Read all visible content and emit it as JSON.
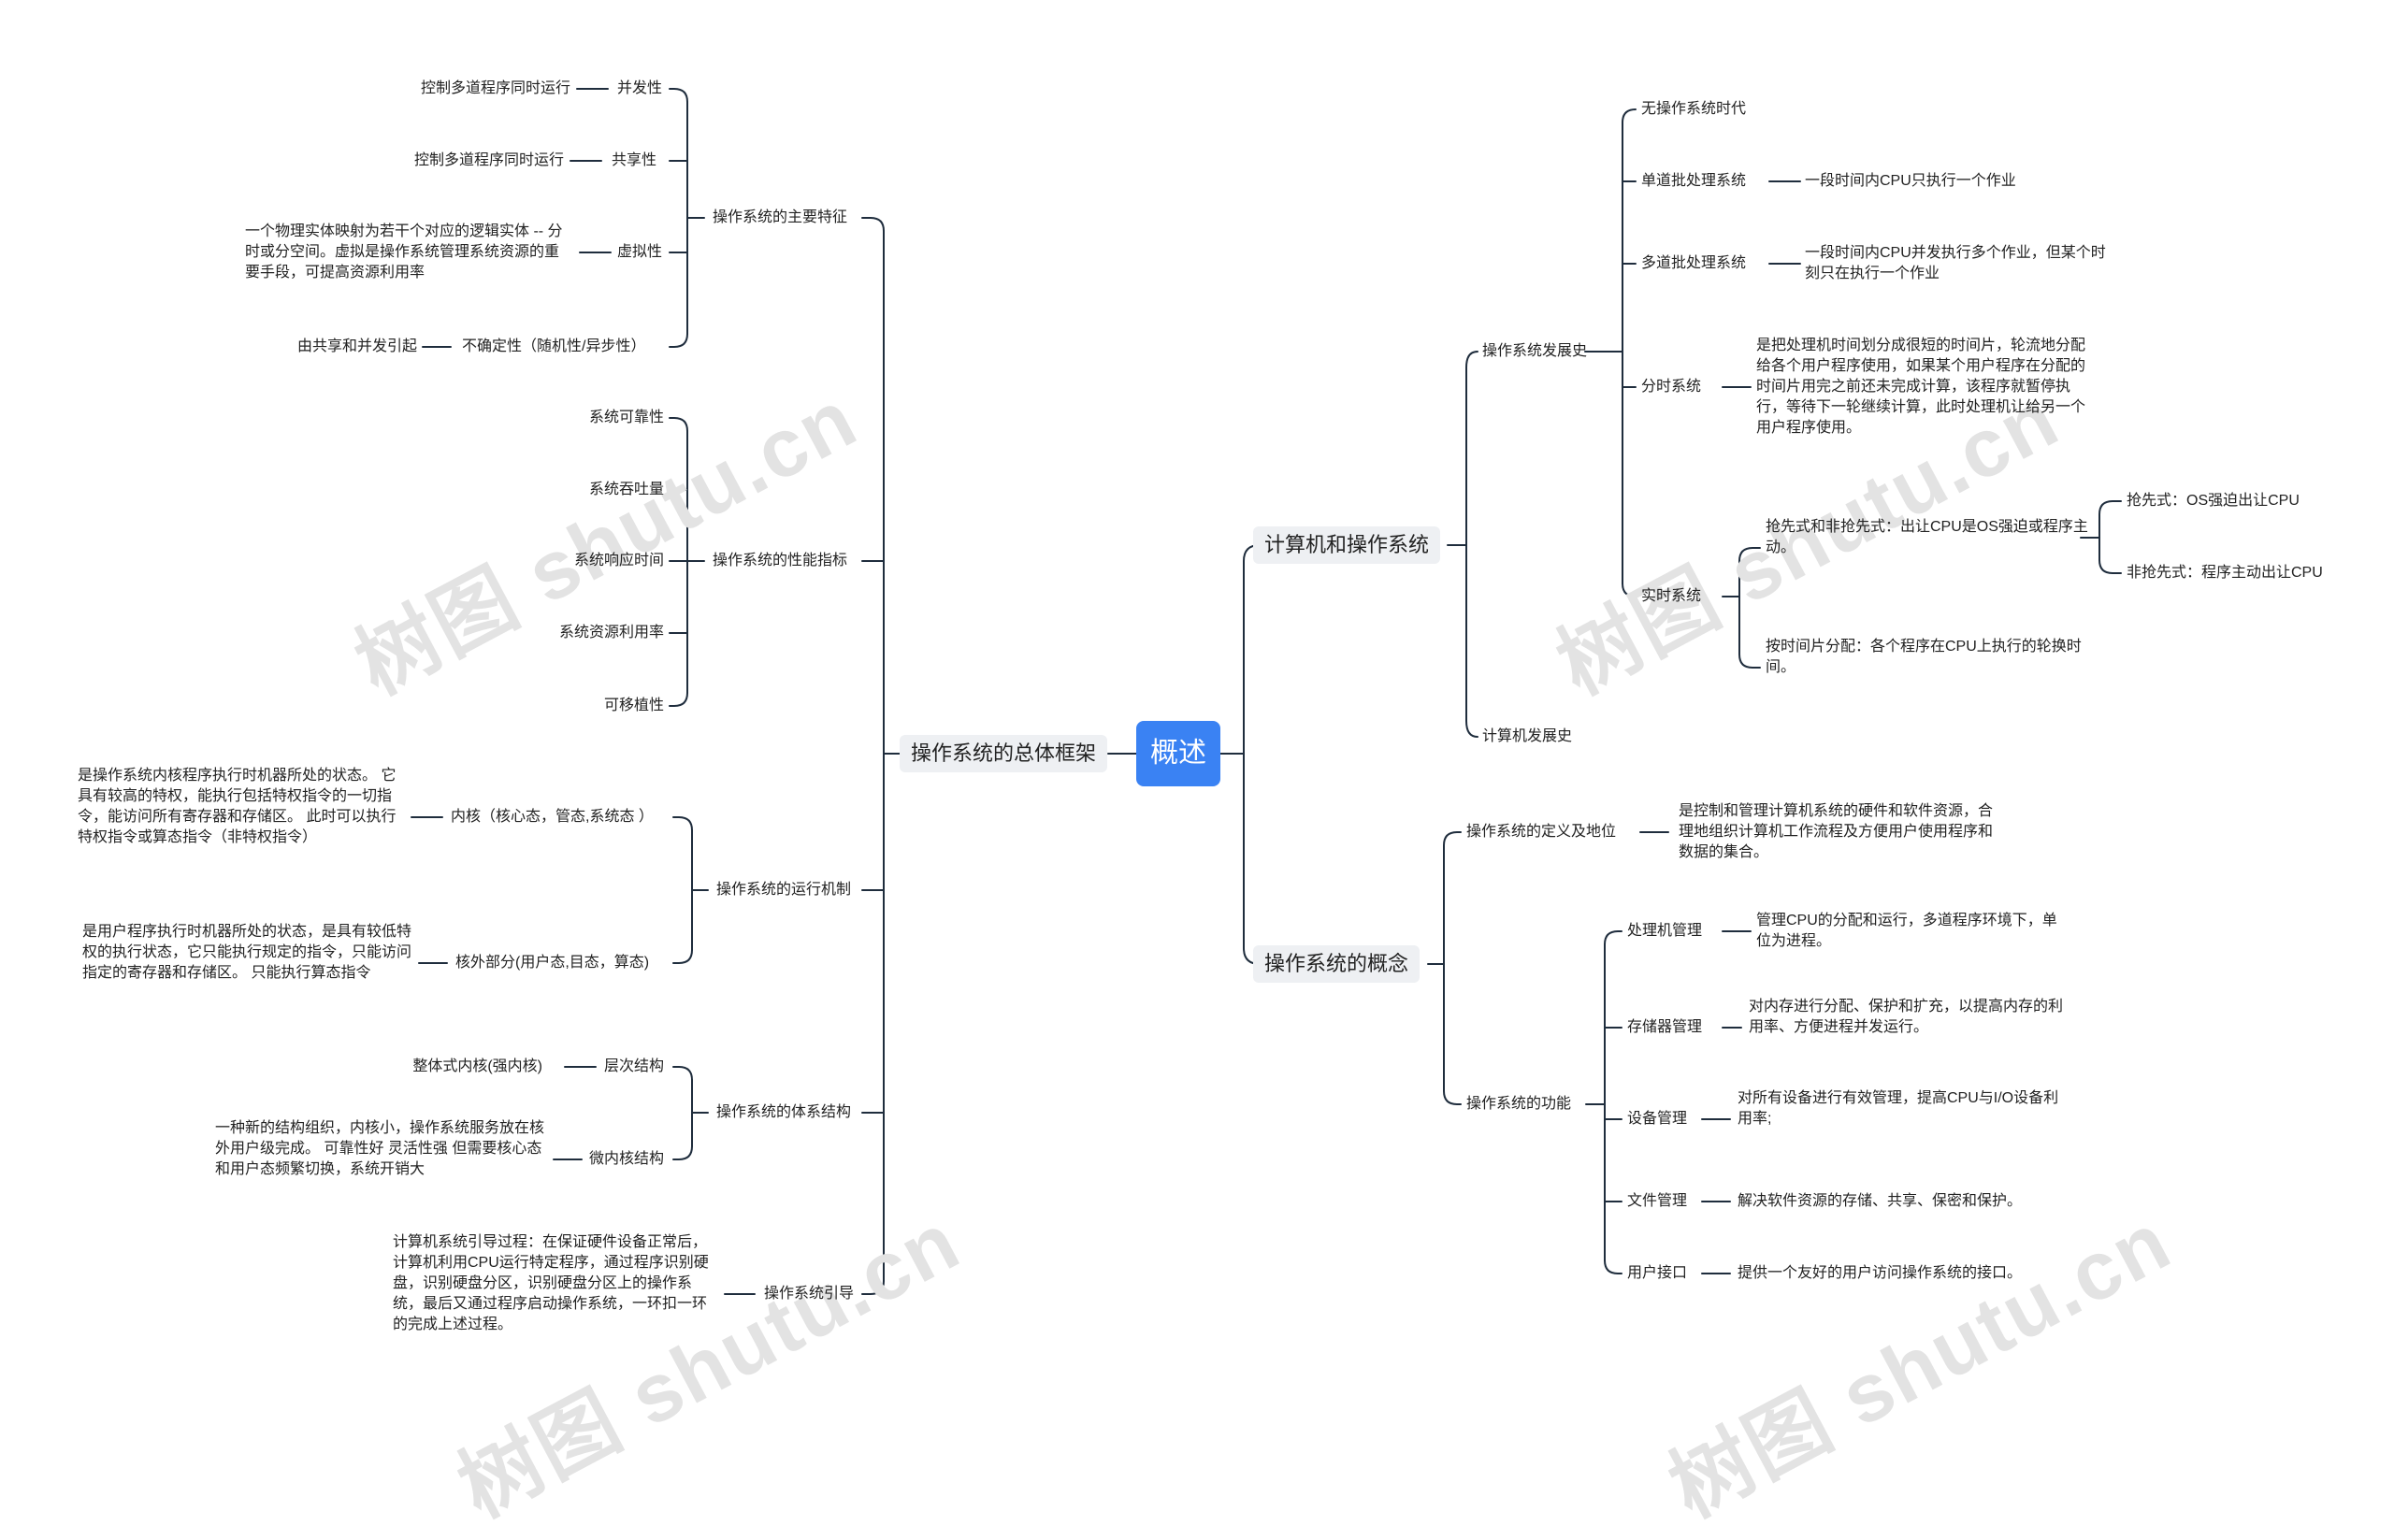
{
  "root": "概述",
  "watermark": "树图 shutu.cn",
  "left": {
    "branch": "操作系统的总体框架",
    "groups": [
      {
        "label": "操作系统的主要特征",
        "items": [
          {
            "label": "并发性",
            "desc": "控制多道程序同时运行"
          },
          {
            "label": "共享性",
            "desc": "控制多道程序同时运行"
          },
          {
            "label": "虚拟性",
            "desc": "一个物理实体映射为若干个对应的逻辑实体 -- 分时或分空间。虚拟是操作系统管理系统资源的重要手段，可提高资源利用率"
          },
          {
            "label": "不确定性（随机性/异步性）",
            "desc": "由共享和并发引起"
          }
        ]
      },
      {
        "label": "操作系统的性能指标",
        "items": [
          {
            "label": "系统可靠性"
          },
          {
            "label": "系统吞吐量"
          },
          {
            "label": "系统响应时间"
          },
          {
            "label": "系统资源利用率"
          },
          {
            "label": "可移植性"
          }
        ]
      },
      {
        "label": "操作系统的运行机制",
        "items": [
          {
            "label": "内核（核心态，管态,系统态 ）",
            "desc": "是操作系统内核程序执行时机器所处的状态。 它具有较高的特权，能执行包括特权指令的一切指令，能访问所有寄存器和存储区。 此时可以执行特权指令或算态指令（非特权指令）"
          },
          {
            "label": "核外部分(用户态,目态，算态)",
            "desc": "是用户程序执行时机器所处的状态，是具有较低特权的执行状态，它只能执行规定的指令，只能访问指定的寄存器和存储区。 只能执行算态指令"
          }
        ]
      },
      {
        "label": "操作系统的体系结构",
        "items": [
          {
            "label": "层次结构",
            "desc": "整体式内核(强内核)"
          },
          {
            "label": "微内核结构",
            "desc": "一种新的结构组织，内核小，操作系统服务放在核外用户级完成。 可靠性好 灵活性强 但需要核心态和用户态频繁切换，系统开销大"
          }
        ]
      },
      {
        "label": "操作系统引导",
        "items": [
          {
            "label": "",
            "desc": "计算机系统引导过程：在保证硬件设备正常后，计算机利用CPU运行特定程序，通过程序识别硬盘，识别硬盘分区，识别硬盘分区上的操作系统，最后又通过程序启动操作系统，一环扣一环的完成上述过程。"
          }
        ]
      }
    ]
  },
  "right": {
    "branches": [
      {
        "label": "计算机和操作系统",
        "children": [
          {
            "label": "操作系统发展史",
            "items": [
              {
                "label": "无操作系统时代"
              },
              {
                "label": "单道批处理系统",
                "desc": "一段时间内CPU只执行一个作业"
              },
              {
                "label": "多道批处理系统",
                "desc": "一段时间内CPU并发执行多个作业，但某个时刻只在执行一个作业"
              },
              {
                "label": "分时系统",
                "desc": "是把处理机时间划分成很短的时间片，轮流地分配给各个用户程序使用，如果某个用户程序在分配的时间片用完之前还未完成计算，该程序就暂停执行，等待下一轮继续计算，此时处理机让给另一个用户程序使用。"
              },
              {
                "label": "实时系统",
                "subs": [
                  {
                    "label": "抢先式和非抢先式：出让CPU是OS强迫或程序主动。",
                    "leaves": [
                      "抢先式：OS强迫出让CPU",
                      "非抢先式：程序主动出让CPU"
                    ]
                  },
                  {
                    "label": "按时间片分配：各个程序在CPU上执行的轮换时间。"
                  }
                ]
              }
            ]
          },
          {
            "label": "计算机发展史"
          }
        ]
      },
      {
        "label": "操作系统的概念",
        "children": [
          {
            "label": "操作系统的定义及地位",
            "desc": "是控制和管理计算机系统的硬件和软件资源，合理地组织计算机工作流程及方便用户使用程序和数据的集合。"
          },
          {
            "label": "操作系统的功能",
            "items": [
              {
                "label": "处理机管理",
                "desc": "管理CPU的分配和运行，多道程序环境下，单位为进程。"
              },
              {
                "label": "存储器管理",
                "desc": "对内存进行分配、保护和扩充，以提高内存的利用率、方便进程并发运行。"
              },
              {
                "label": "设备管理",
                "desc": "对所有设备进行有效管理，提高CPU与I/O设备利用率;"
              },
              {
                "label": "文件管理",
                "desc": "解决软件资源的存储、共享、保密和保护。"
              },
              {
                "label": "用户接口",
                "desc": "提供一个友好的用户访问操作系统的接口。"
              }
            ]
          }
        ]
      }
    ]
  },
  "colors": {
    "root_bg": "#3a82f3",
    "line": "#1f2d3d",
    "level1_bg": "#eef0f3"
  }
}
